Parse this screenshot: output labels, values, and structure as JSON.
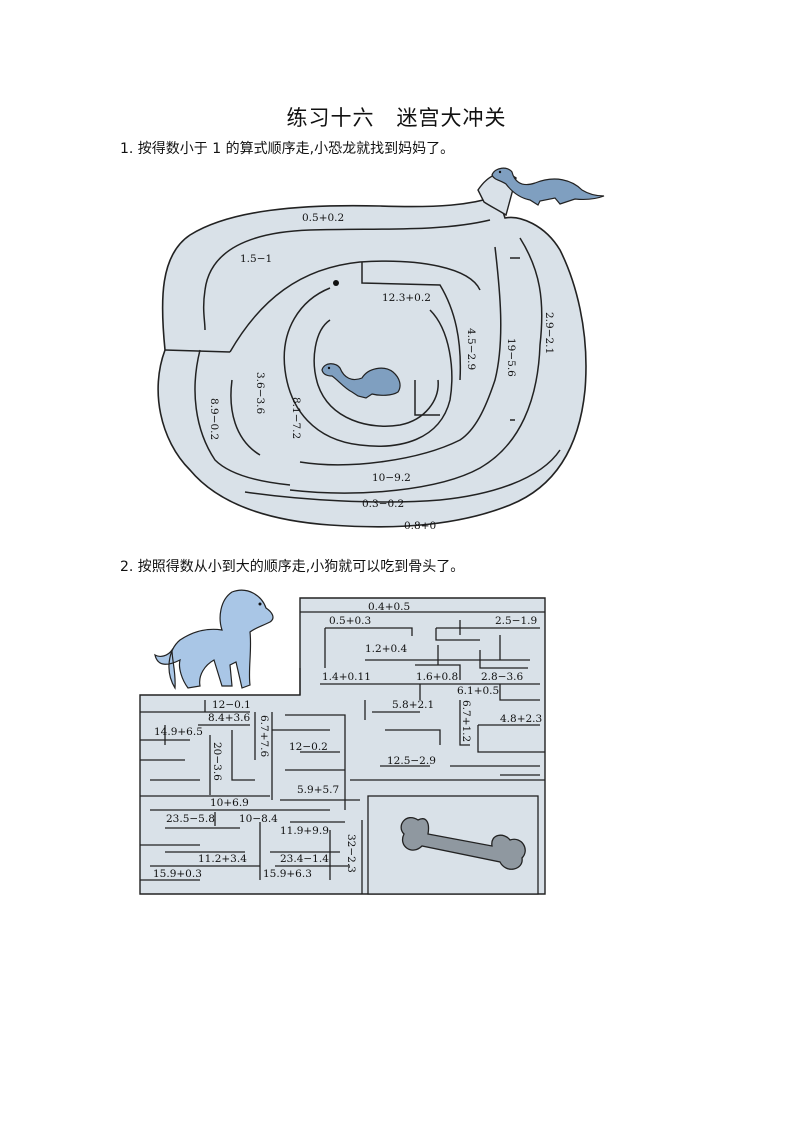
{
  "title": "练习十六　迷宫大冲关",
  "q1": {
    "text": "1. 按得数小于 1 的算式顺序走,小恐龙就找到妈妈了。",
    "labels": [
      "0.5+0.2",
      "1.5−1",
      "12.3+0.2",
      "2.9−2.1",
      "19−5.6",
      "4.5−2.9",
      "3.6−3.6",
      "8.9−0.2",
      "8.1−7.2",
      "10−9.2",
      "0.3−0.2",
      "0.8+0"
    ]
  },
  "q2": {
    "text": "2. 按照得数从小到大的顺序走,小狗就可以吃到骨头了。",
    "labels": [
      "0.4+0.5",
      "0.5+0.3",
      "2.5−1.9",
      "1.2+0.4",
      "1.4+0.11",
      "1.6+0.8",
      "2.8−3.6",
      "6.1+0.5",
      "12−0.1",
      "5.8+2.1",
      "8.4+3.6",
      "6.7+7.6",
      "6.7+1.2",
      "4.8+2.3",
      "14.9+6.5",
      "12−0.2",
      "20−3.6",
      "12.5−2.9",
      "5.9+5.7",
      "10+6.9",
      "23.5−5.8",
      "10−8.4",
      "11.9+9.9",
      "32−2.3",
      "11.2+3.4",
      "23.4−1.4",
      "15.9+0.3",
      "15.9+6.3"
    ]
  }
}
